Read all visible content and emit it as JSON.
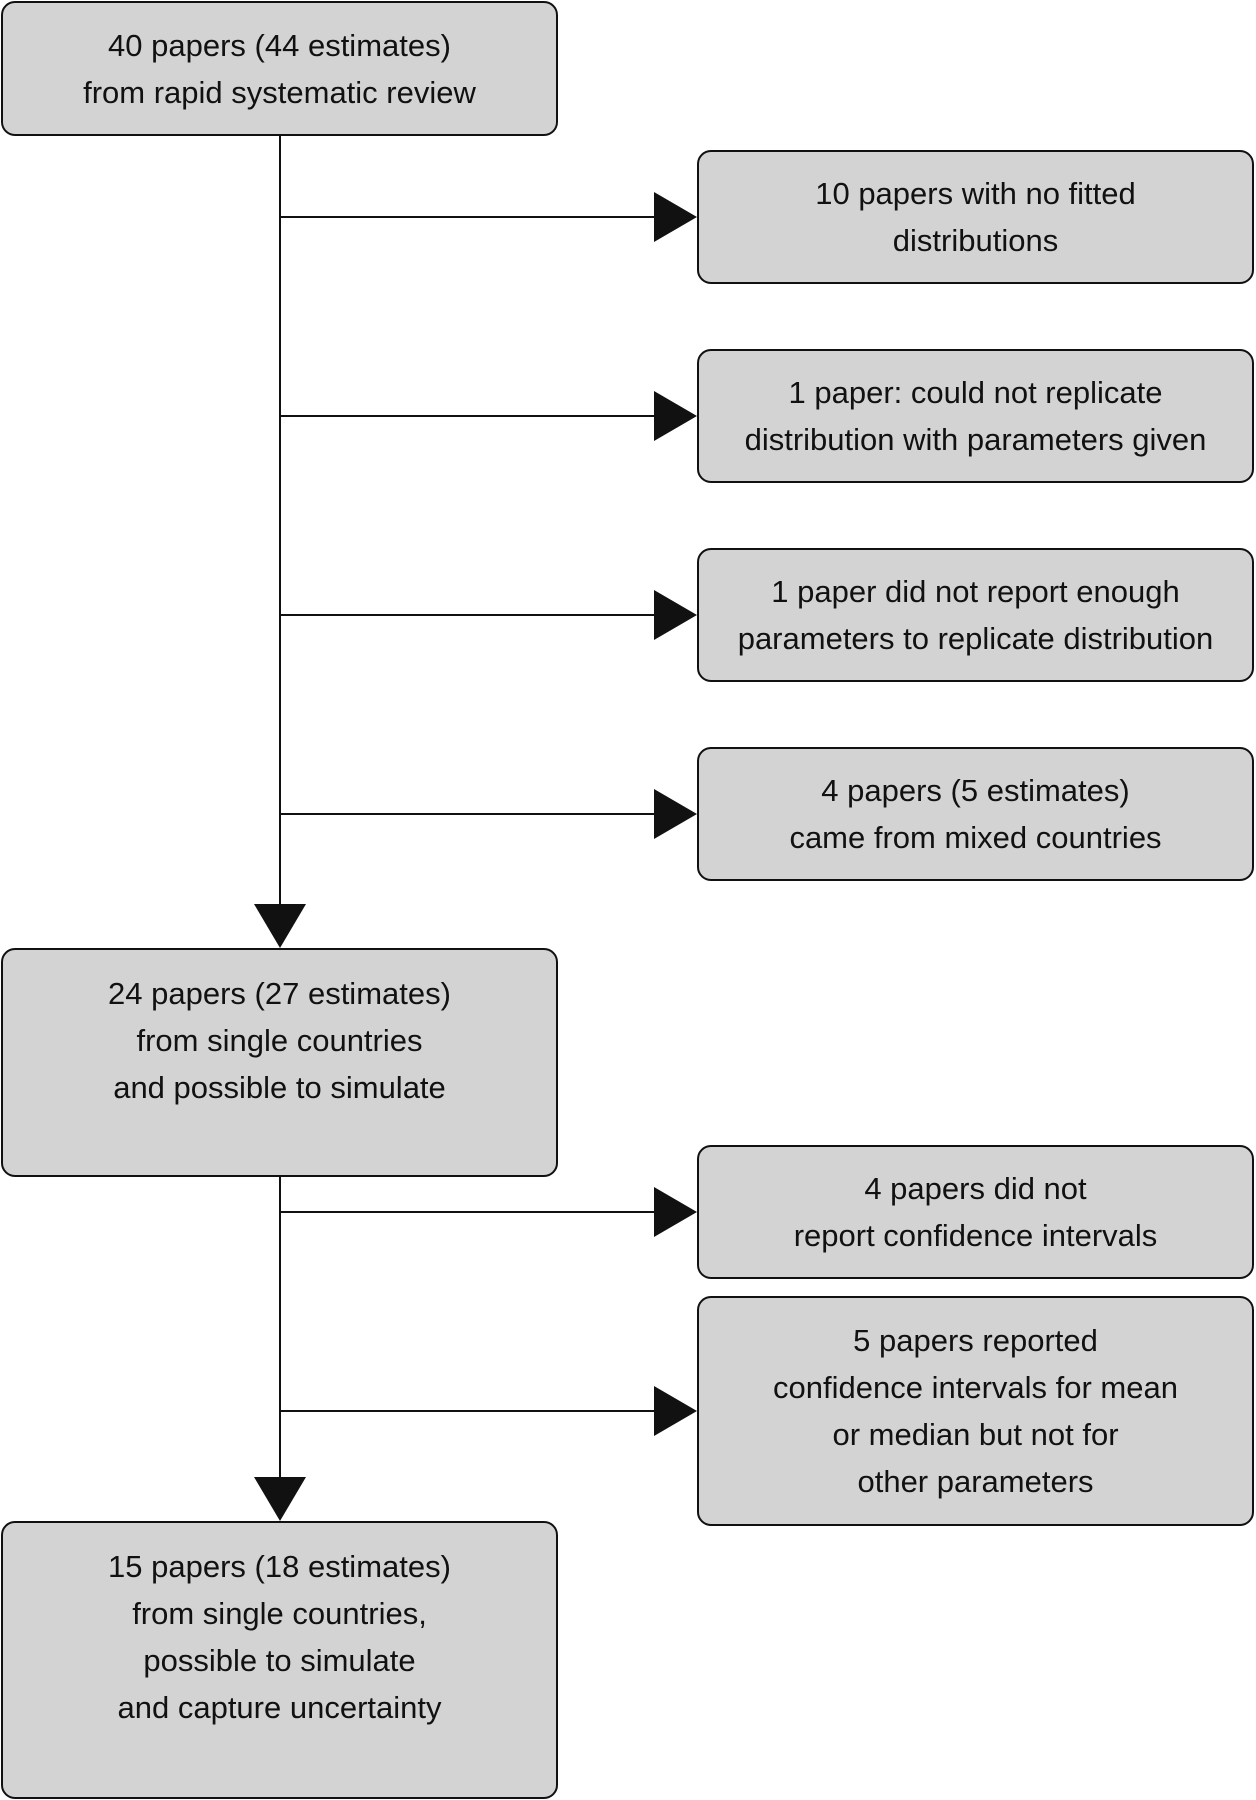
{
  "colors": {
    "box_fill": "#d3d3d3",
    "stroke": "#111111",
    "background": "#ffffff"
  },
  "boxes": {
    "start": [
      "40 papers (44 estimates)",
      "from rapid systematic review"
    ],
    "excl1": [
      "10 papers with no fitted",
      "distributions"
    ],
    "excl2": [
      "1 paper: could not replicate",
      "distribution with parameters given"
    ],
    "excl3": [
      "1 paper did not report enough",
      "parameters to replicate distribution"
    ],
    "excl4": [
      "4 papers (5 estimates)",
      "came from mixed countries"
    ],
    "mid": [
      "24 papers (27 estimates)",
      "from single countries",
      "and possible to simulate"
    ],
    "excl5": [
      "4 papers did not",
      "report confidence intervals"
    ],
    "excl6": [
      "5 papers reported",
      "confidence intervals for mean",
      "or median but not for",
      "other parameters"
    ],
    "final": [
      "15 papers (18 estimates)",
      "from single countries,",
      "possible to simulate",
      "and capture uncertainty"
    ]
  }
}
